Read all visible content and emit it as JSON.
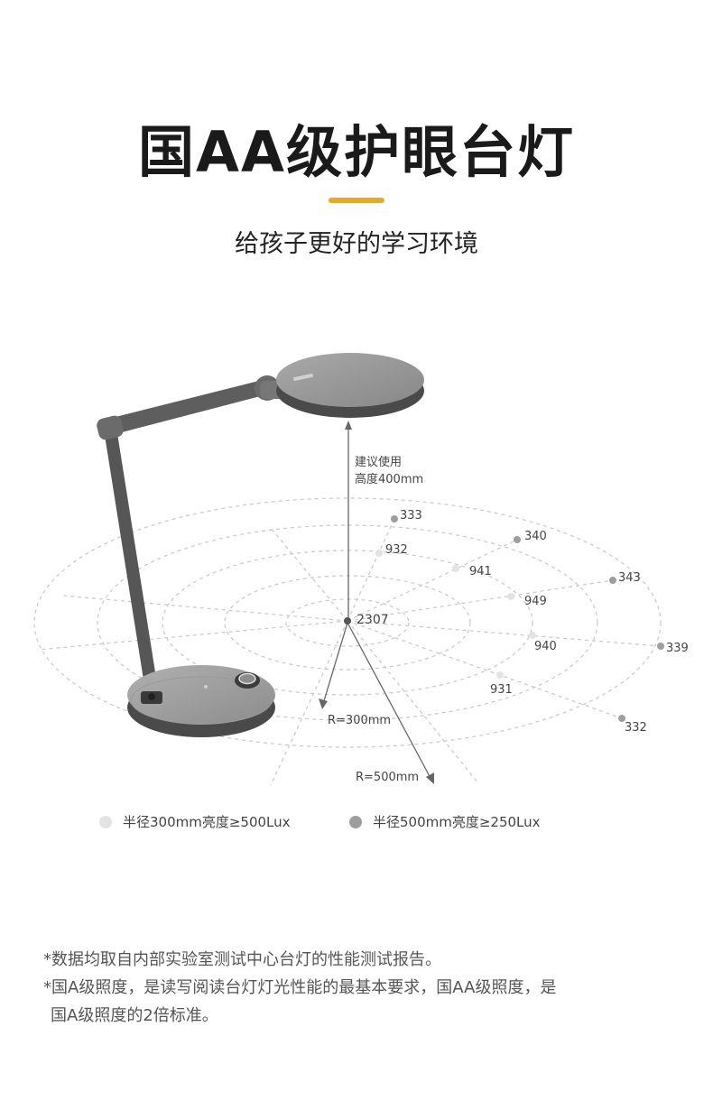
{
  "header": {
    "title": "国AA级护眼台灯",
    "subtitle": "给孩子更好的学习环境",
    "accent_color": "#e6a92a"
  },
  "diagram": {
    "height_label_line1": "建议使用",
    "height_label_line2": "高度400mm",
    "center_value": "2307",
    "radius_small_label": "R=300mm",
    "radius_large_label": "R=500mm",
    "inner_points": [
      "932",
      "941",
      "949",
      "940",
      "931"
    ],
    "outer_points": [
      "333",
      "340",
      "343",
      "339",
      "332"
    ]
  },
  "legend": [
    {
      "label": "半径300mm亮度≥500Lux",
      "color": "#e3e3e3"
    },
    {
      "label": "半径500mm亮度≥250Lux",
      "color": "#9e9e9e"
    }
  ],
  "notes": {
    "line1": "*数据均取自内部实验室测试中心台灯的性能测试报告。",
    "line2": "*国A级照度，是读写阅读台灯灯光性能的最基本要求，国AA级照度，是",
    "line3": "国A级照度的2倍标准。"
  }
}
